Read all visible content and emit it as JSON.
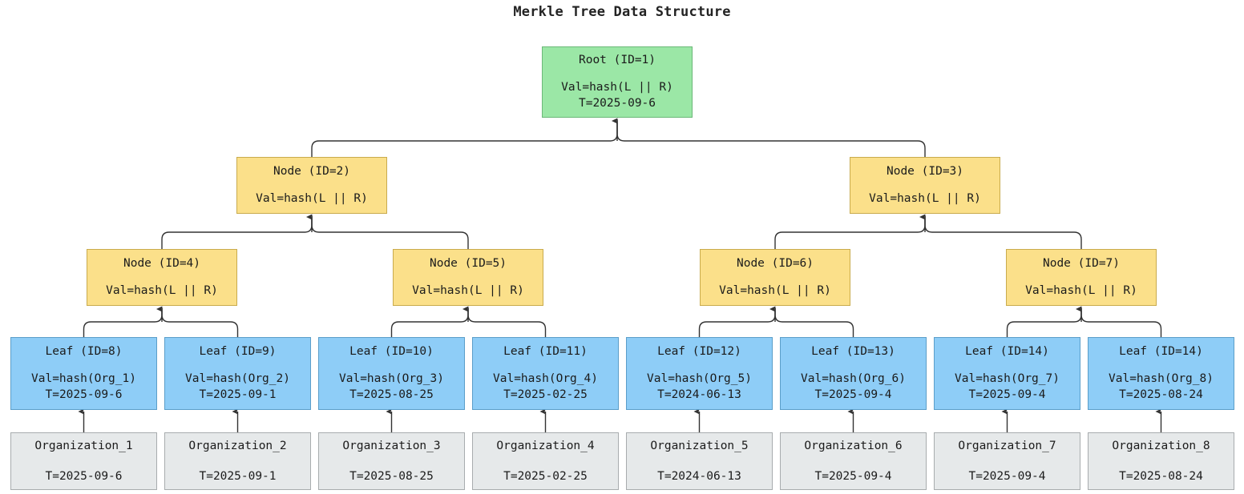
{
  "title": "Merkle Tree Data Structure",
  "colors": {
    "root_fill": "#9be7a6",
    "root_stroke": "#6cb878",
    "branch_fill": "#fbe08a",
    "branch_stroke": "#c9ab4d",
    "leaf_fill": "#8ecdf7",
    "leaf_stroke": "#5b9ec9",
    "org_fill": "#e6e9ea",
    "org_stroke": "#a8acae",
    "edge": "#333333",
    "text": "#1b1b1b"
  },
  "root": {
    "label": "Root (ID=1)",
    "value": "Val=hash(L || R)",
    "timestamp": "T=2025-09-6"
  },
  "level2": [
    {
      "label": "Node (ID=2)",
      "value": "Val=hash(L || R)",
      "timestamp": ""
    },
    {
      "label": "Node (ID=3)",
      "value": "Val=hash(L || R)",
      "timestamp": ""
    }
  ],
  "level3": [
    {
      "label": "Node (ID=4)",
      "value": "Val=hash(L || R)",
      "timestamp": ""
    },
    {
      "label": "Node (ID=5)",
      "value": "Val=hash(L || R)",
      "timestamp": ""
    },
    {
      "label": "Node (ID=6)",
      "value": "Val=hash(L || R)",
      "timestamp": ""
    },
    {
      "label": "Node (ID=7)",
      "value": "Val=hash(L || R)",
      "timestamp": ""
    }
  ],
  "leaves": [
    {
      "label": "Leaf (ID=8)",
      "value": "Val=hash(Org_1)",
      "timestamp": "T=2025-09-6"
    },
    {
      "label": "Leaf (ID=9)",
      "value": "Val=hash(Org_2)",
      "timestamp": "T=2025-09-1"
    },
    {
      "label": "Leaf (ID=10)",
      "value": "Val=hash(Org_3)",
      "timestamp": "T=2025-08-25"
    },
    {
      "label": "Leaf (ID=11)",
      "value": "Val=hash(Org_4)",
      "timestamp": "T=2025-02-25"
    },
    {
      "label": "Leaf (ID=12)",
      "value": "Val=hash(Org_5)",
      "timestamp": "T=2024-06-13"
    },
    {
      "label": "Leaf (ID=13)",
      "value": "Val=hash(Org_6)",
      "timestamp": "T=2025-09-4"
    },
    {
      "label": "Leaf (ID=14)",
      "value": "Val=hash(Org_7)",
      "timestamp": "T=2025-09-4"
    },
    {
      "label": "Leaf (ID=14)",
      "value": "Val=hash(Org_8)",
      "timestamp": "T=2025-08-24"
    }
  ],
  "organizations": [
    {
      "label": "Organization_1",
      "timestamp": "T=2025-09-6"
    },
    {
      "label": "Organization_2",
      "timestamp": "T=2025-09-1"
    },
    {
      "label": "Organization_3",
      "timestamp": "T=2025-08-25"
    },
    {
      "label": "Organization_4",
      "timestamp": "T=2025-02-25"
    },
    {
      "label": "Organization_5",
      "timestamp": "T=2024-06-13"
    },
    {
      "label": "Organization_6",
      "timestamp": "T=2025-09-4"
    },
    {
      "label": "Organization_7",
      "timestamp": "T=2025-09-4"
    },
    {
      "label": "Organization_8",
      "timestamp": "T=2025-08-24"
    }
  ]
}
